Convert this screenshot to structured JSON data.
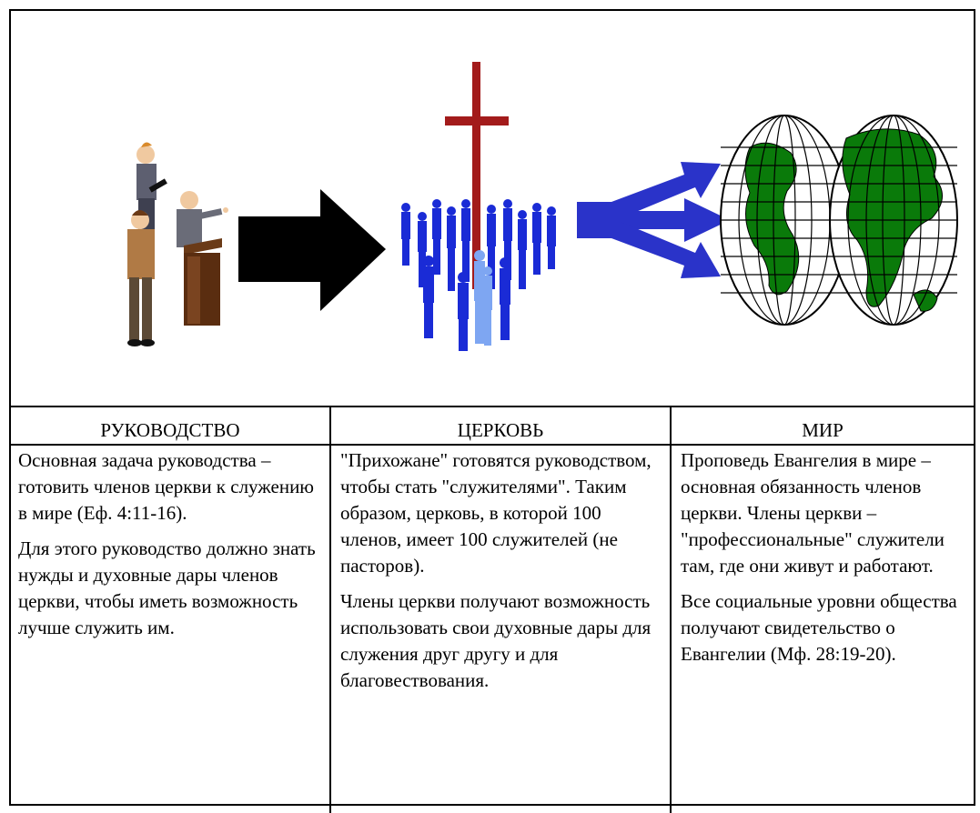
{
  "columns": [
    {
      "header": "РУКОВОДСТВО",
      "paragraphs": [
        "Основная задача руководства – готовить членов церкви к служению в мире (Еф. 4:11-16).",
        "Для этого руководство должно знать нужды и духовные дары членов церкви, чтобы иметь возможность лучше служить им."
      ]
    },
    {
      "header": "ЦЕРКОВЬ",
      "paragraphs": [
        "\"Прихожане\" готовятся руководством, чтобы стать \"служителями\". Таким образом, церковь, в которой 100 членов, имеет 100 служителей (не пасторов).",
        "Члены церкви получают возможность использовать свои духовные дары для служения друг другу и для благовествования."
      ]
    },
    {
      "header": "МИР",
      "paragraphs": [
        "Проповедь Евангелия в мире – основная обязанность членов церкви. Члены церкви – \"профессиональные\" служители там, где они живут и работают.",
        "Все социальные уровни общества получают свидетельство о Евангелии (Мф. 28:19-20)."
      ]
    }
  ],
  "illustration": {
    "icons": [
      "leaders-clipart-icon",
      "arrow-right-icon",
      "church-crowd-icon",
      "spreading-arrows-icon",
      "globe-icon"
    ],
    "colors": {
      "arrow": "#000000",
      "cross": "#a31b1b",
      "crowd_dark": "#1a2bd6",
      "crowd_light": "#7ea6f2",
      "spread_arrows": "#2a33c9",
      "land": "#0a7a0a",
      "grid": "#000000"
    }
  }
}
